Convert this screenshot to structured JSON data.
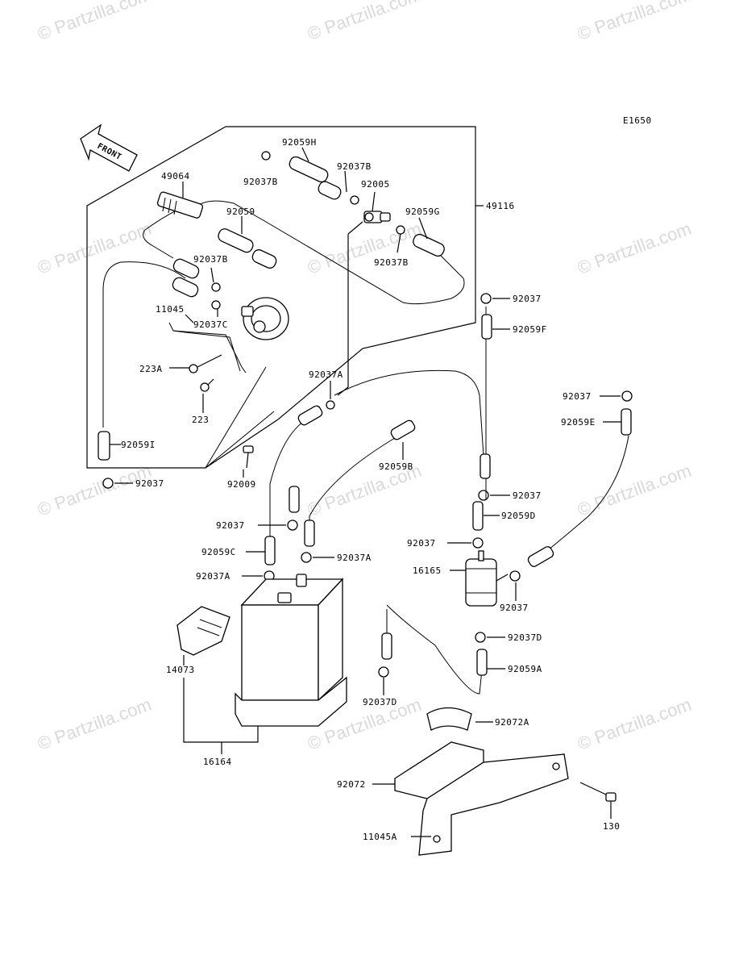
{
  "diagram_code": "E1650",
  "front_label": "FRONT",
  "watermark": "© Partzilla.com",
  "parts": {
    "p49064": "49064",
    "p49116": "49116",
    "p92059H": "92059H",
    "p92037B_a": "92037B",
    "p92037B_b": "92037B",
    "p92005": "92005",
    "p92059G": "92059G",
    "p92037B_c": "92037B",
    "p92059": "92059",
    "p92037B_d": "92037B",
    "p11045": "11045",
    "p92037C": "92037C",
    "p223A": "223A",
    "p223": "223",
    "p92037A_a": "92037A",
    "p92059I": "92059I",
    "p92037_a": "92037",
    "p92009": "92009",
    "p92059B": "92059B",
    "p92037_b": "92037",
    "p92059F": "92059F",
    "p92037_c": "92037",
    "p92059E": "92059E",
    "p92037_d": "92037",
    "p92059D": "92059D",
    "p92037_e": "92037",
    "p92059C": "92059C",
    "p92037A_b": "92037A",
    "p92037A_c": "92037A",
    "p92037_f": "92037",
    "p16165": "16165",
    "p92037_g": "92037",
    "p92037D_a": "92037D",
    "p92059A": "92059A",
    "p14073": "14073",
    "p92037D_b": "92037D",
    "p16164": "16164",
    "p92072A": "92072A",
    "p92072": "92072",
    "p130": "130",
    "p11045A": "11045A"
  }
}
